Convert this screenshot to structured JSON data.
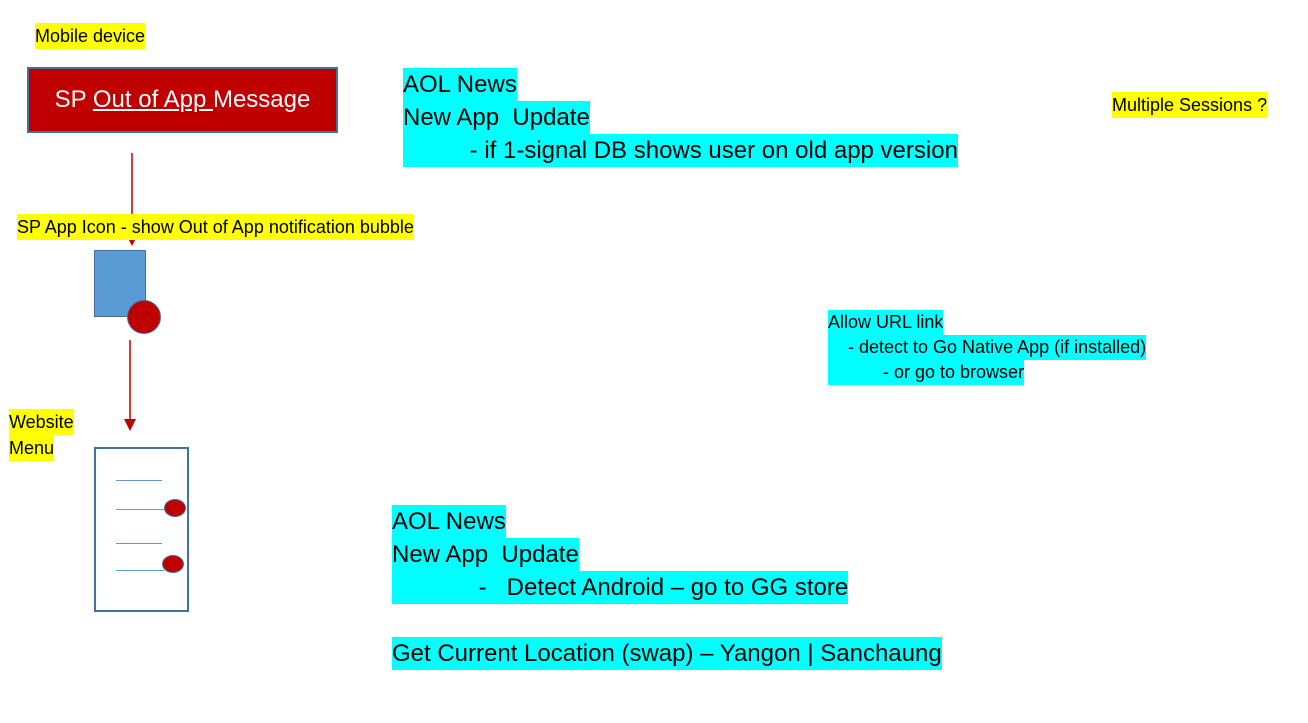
{
  "labels": {
    "mobile_device": "Mobile device",
    "sp_app_icon": "SP App Icon   - show Out of App notification bubble",
    "website": "Website",
    "menu": "Menu",
    "multiple_sessions": "Multiple Sessions ?"
  },
  "message_box": {
    "prefix": "SP ",
    "underlined": "Out of App ",
    "suffix": "Message"
  },
  "block_top": {
    "line1": "AOL News",
    "line2": "New App  Update",
    "line3": "          - if 1-signal DB shows user on old app version"
  },
  "block_url": {
    "line1": "Allow URL link",
    "line2": "    - detect to Go Native App (if installed)",
    "line3": "           - or go to browser"
  },
  "block_bottom": {
    "line1": "AOL News",
    "line2": "New App  Update",
    "line3": "             -   Detect Android – go to GG store",
    "line4": "Get Current Location (swap) – Yangon | Sanchaung"
  },
  "colors": {
    "highlight_yellow": "#ffff00",
    "highlight_cyan": "#00ffff",
    "message_red": "#c00000",
    "icon_blue": "#5b9bd5",
    "outline_blue": "#41719c"
  }
}
